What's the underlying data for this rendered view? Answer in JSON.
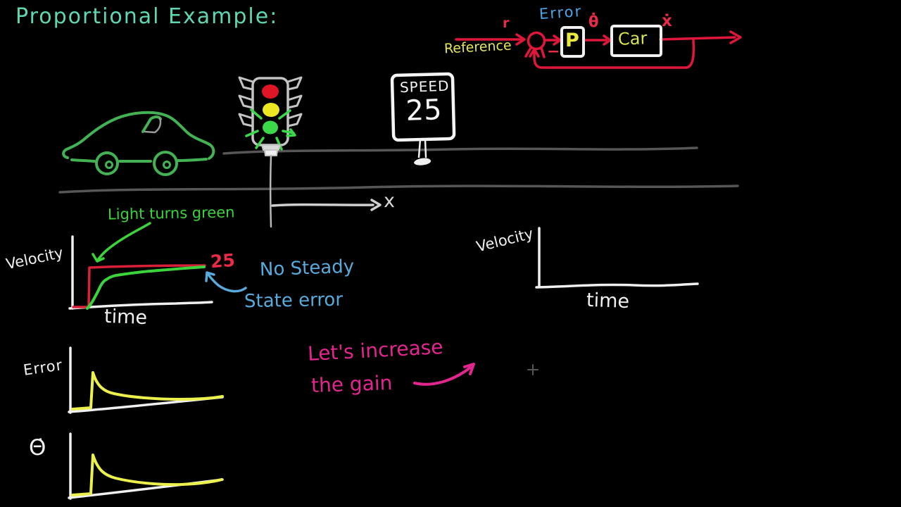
{
  "title": "Proportional Example:",
  "block_diagram": {
    "reference": "Reference",
    "r": "r",
    "error": "Error",
    "p": "P",
    "theta_dot": "θ̇",
    "car": "Car",
    "x_dot": "ẋ",
    "minus": "−"
  },
  "street_scene": {
    "speed_sign_line1": "SPEED",
    "speed_sign_line2": "25",
    "x_axis_label": "x",
    "traffic_light": {
      "lights": [
        "red",
        "yellow",
        "green"
      ],
      "active": "green"
    }
  },
  "velocity_graph_left": {
    "y_label": "Velocity",
    "x_label": "time",
    "setpoint_label": "25",
    "annotation_light": "Light turns green",
    "annotation_steady_line1": "No Steady",
    "annotation_steady_line2": "State error"
  },
  "velocity_graph_right": {
    "y_label": "Velocity",
    "x_label": "time"
  },
  "error_graph": {
    "y_label": "Error"
  },
  "theta_graph": {
    "y_label": "Θ̇"
  },
  "gain_note": {
    "line1": "Let's increase",
    "line2": "the gain"
  },
  "colors": {
    "title_teal": "#5fd7b3",
    "diagram_red": "#e0173a",
    "label_blue": "#58aadc",
    "label_yellow": "#e6e65a",
    "magenta": "#e3268f",
    "bright_green": "#3bd43b",
    "car_green": "#43b254",
    "curve_yellow": "#ecf04c",
    "white": "#f0f0f0",
    "road_gray": "#565656"
  },
  "chart_data": [
    {
      "type": "line",
      "title": "Car velocity response (current gain)",
      "xlabel": "time",
      "ylabel": "Velocity",
      "series": [
        {
          "name": "speed limit setpoint",
          "color": "#e0173a",
          "shape": "step up to 25 when light turns green, then constant at 25"
        },
        {
          "name": "car velocity",
          "color": "#3bd43b",
          "shape": "fast initial rise then asymptotic approach to 25, no steady state error"
        }
      ],
      "annotations": [
        "Light turns green",
        "25",
        "No Steady State error"
      ]
    },
    {
      "type": "line",
      "title": "Velocity response (after gain increase, empty axes)",
      "xlabel": "time",
      "ylabel": "Velocity",
      "series": []
    },
    {
      "type": "line",
      "ylabel": "Error",
      "series": [
        {
          "name": "error",
          "color": "#ecf04c",
          "shape": "zero, sharp spike when light turns green, exponential decay toward zero"
        }
      ]
    },
    {
      "type": "line",
      "ylabel": "Θ̇",
      "series": [
        {
          "name": "throttle rate",
          "color": "#ecf04c",
          "shape": "zero, sharp spike when light turns green, exponential decay toward zero"
        }
      ]
    }
  ]
}
